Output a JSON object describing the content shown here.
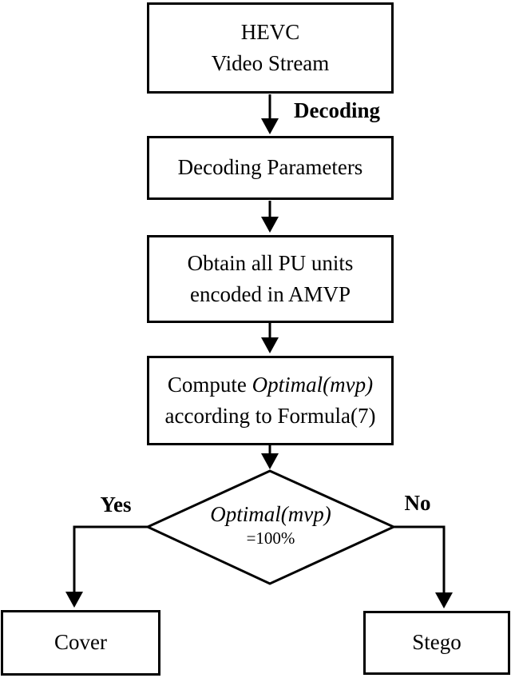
{
  "diagram": {
    "colors": {
      "line": "#000000",
      "background": "#ffffff"
    },
    "nodes": {
      "hevc": {
        "line1": "HEVC",
        "line2": "Video Stream"
      },
      "decoding_parameters": {
        "label": "Decoding Parameters"
      },
      "obtain_pu": {
        "line1": "Obtain all PU units",
        "line2": "encoded in AMVP"
      },
      "compute_optimal": {
        "line1_prefix": "Compute ",
        "line1_italic": "Optimal(mvp)",
        "line2": "according to Formula(7)"
      },
      "decision": {
        "line1_italic": "Optimal(mvp)",
        "line2": "=100%"
      },
      "cover": {
        "label": "Cover"
      },
      "stego": {
        "label": "Stego"
      }
    },
    "edge_labels": {
      "decoding": "Decoding",
      "yes": "Yes",
      "no": "No"
    }
  }
}
